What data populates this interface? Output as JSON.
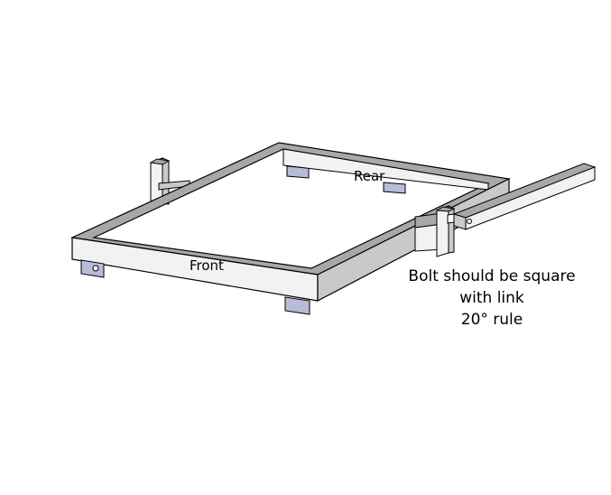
{
  "labels": {
    "rear": "Rear",
    "front": "Front"
  },
  "note": {
    "line1": "Bolt should be square",
    "line2": "with link",
    "line3": "20° rule"
  },
  "colors": {
    "background": "#ffffff",
    "frame_top": "#a8a8a8",
    "frame_face": "#f2f2f2",
    "frame_side": "#c9c9c9",
    "bracket": "#b9bcd6",
    "outline": "#000000"
  }
}
